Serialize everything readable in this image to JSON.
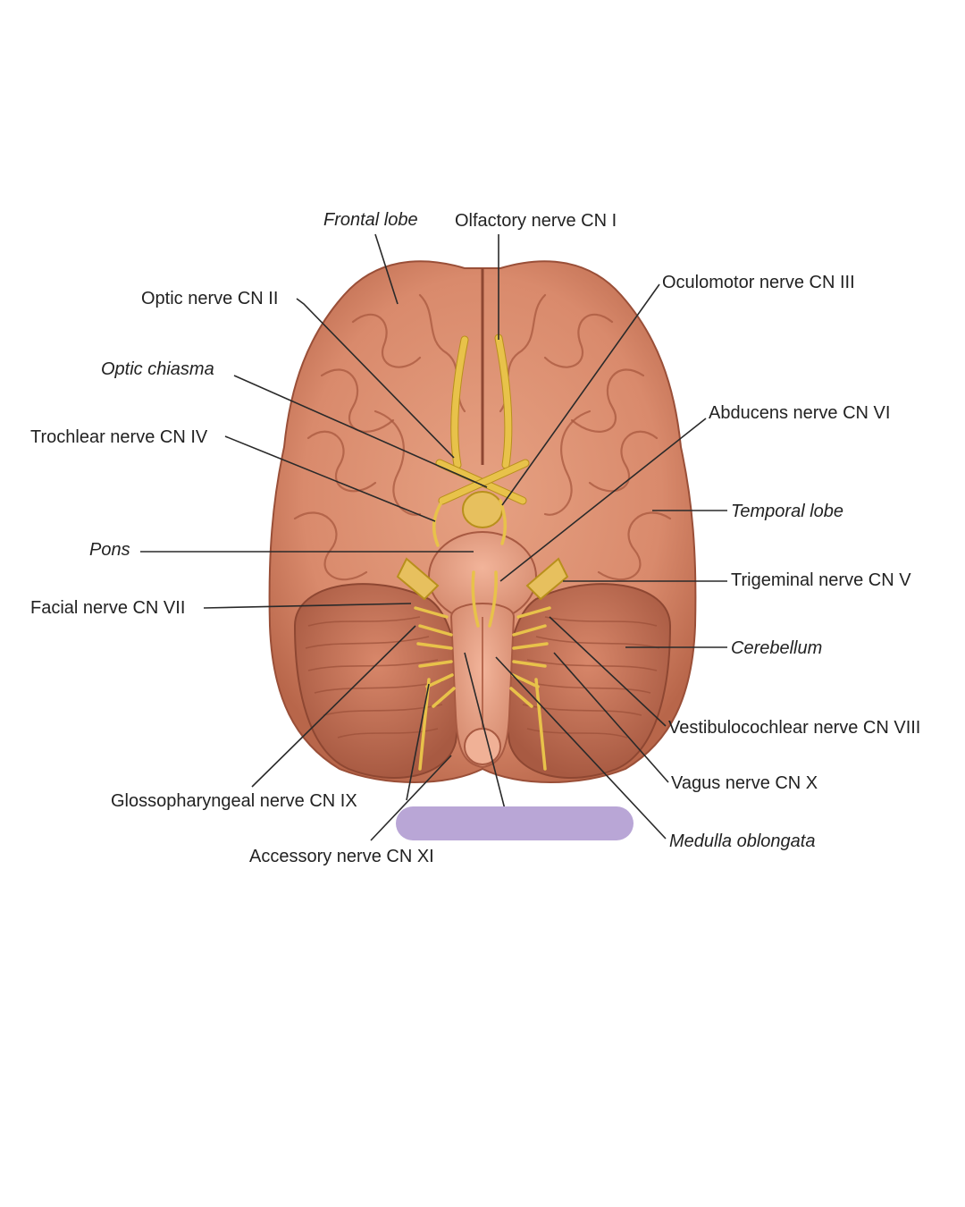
{
  "labels": {
    "frontal_lobe": "Frontal lobe",
    "olfactory_nerve": "Olfactory nerve CN I",
    "optic_nerve": "Optic nerve CN II",
    "oculomotor_nerve": "Oculomotor nerve CN III",
    "optic_chiasma": "Optic chiasma",
    "abducens_nerve": "Abducens nerve CN VI",
    "trochlear_nerve": "Trochlear nerve CN IV",
    "temporal_lobe": "Temporal lobe",
    "pons": "Pons",
    "trigeminal_nerve": "Trigeminal nerve CN V",
    "facial_nerve": "Facial nerve CN VII",
    "cerebellum": "Cerebellum",
    "vestibulocochlear_nerve": "Vestibulocochlear nerve CN VIII",
    "vagus_nerve": "Vagus nerve CN X",
    "glossopharyngeal_nerve": "Glossopharyngeal nerve CN IX",
    "medulla_oblongata": "Medulla oblongata",
    "accessory_nerve": "Accessory nerve CN XI"
  },
  "colors": {
    "brain": "#d98a6c",
    "brain_dark": "#b8664a",
    "nerve": "#e8c24a",
    "redaction_bar": "#b9a6d6"
  }
}
